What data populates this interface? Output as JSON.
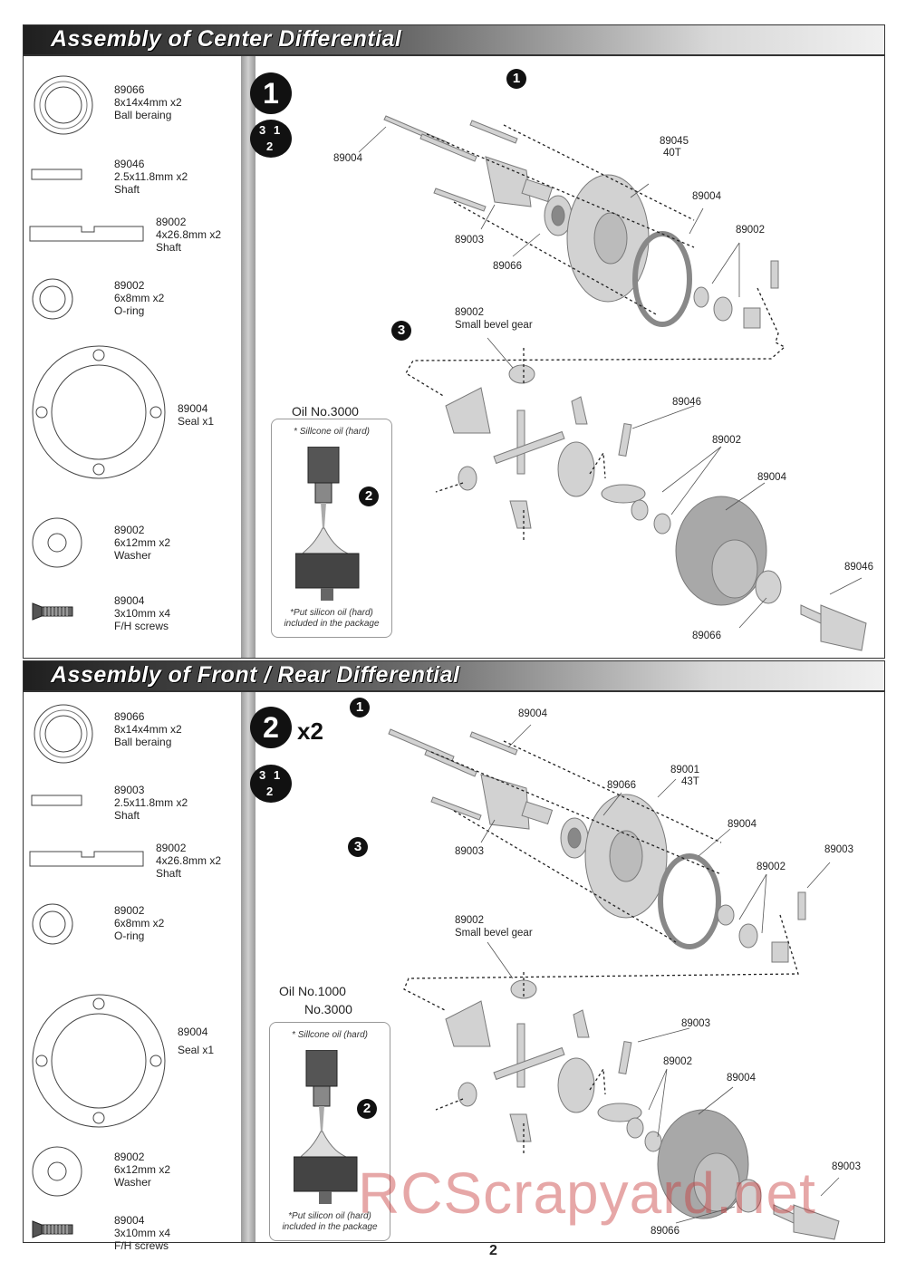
{
  "sections": [
    {
      "title": "Assembly of Center Differential",
      "parts": [
        {
          "code": "89066",
          "size": "8x14x4mm x2",
          "name": "Ball beraing",
          "icon": "bearing-icon"
        },
        {
          "code": "89046",
          "size": "2.5x11.8mm x2",
          "name": "Shaft",
          "icon": "short-shaft-icon"
        },
        {
          "code": "89002",
          "size": "4x26.8mm x2",
          "name": "Shaft",
          "icon": "long-shaft-icon"
        },
        {
          "code": "89002",
          "size": "6x8mm x2",
          "name": "O-ring",
          "icon": "o-ring-icon"
        },
        {
          "code": "89004",
          "size": "",
          "name": "Seal x1",
          "icon": "seal-icon"
        },
        {
          "code": "89002",
          "size": "6x12mm x2",
          "name": "Washer",
          "icon": "washer-icon"
        },
        {
          "code": "89004",
          "size": "3x10mm x4",
          "name": "F/H screws",
          "icon": "screw-icon"
        }
      ],
      "step": "1",
      "order": [
        "3",
        "1",
        "2"
      ],
      "oil": {
        "title": "Oil  No.3000",
        "note_top": "* Sillcone oil (hard)",
        "note_bottom_1": "*Put silicon oil (hard)",
        "note_bottom_2": "included in the package",
        "step": "2"
      },
      "badges": [
        "1",
        "3"
      ],
      "labels": {
        "a": "89004",
        "b": "89045",
        "c": "40T",
        "d": "89004",
        "e": "89002",
        "f": "89003",
        "g": "89066",
        "h": "89002",
        "i": "Small bevel gear",
        "j": "89046",
        "k": "89002",
        "l": "89004",
        "m": "89046",
        "n": "89066"
      }
    },
    {
      "title": "Assembly of Front / Rear Differential",
      "parts": [
        {
          "code": "89066",
          "size": "8x14x4mm x2",
          "name": "Ball beraing",
          "icon": "bearing-icon"
        },
        {
          "code": "89003",
          "size": "2.5x11.8mm x2",
          "name": "Shaft",
          "icon": "short-shaft-icon"
        },
        {
          "code": "89002",
          "size": "4x26.8mm x2",
          "name": "Shaft",
          "icon": "long-shaft-icon"
        },
        {
          "code": "89002",
          "size": "6x8mm x2",
          "name": "O-ring",
          "icon": "o-ring-icon"
        },
        {
          "code": "89004",
          "size": "",
          "name": "Seal x1",
          "icon": "seal-icon"
        },
        {
          "code": "89002",
          "size": "6x12mm x2",
          "name": "Washer",
          "icon": "washer-icon"
        },
        {
          "code": "89004",
          "size": "3x10mm x4",
          "name": "F/H screws",
          "icon": "screw-icon"
        }
      ],
      "step": "2",
      "multiplier": "x2",
      "order": [
        "3",
        "1",
        "2"
      ],
      "oil": {
        "title_1": "Oil  No.1000",
        "title_2": "No.3000",
        "note_top": "* Sillcone oil (hard)",
        "note_bottom_1": "*Put silicon oil (hard)",
        "note_bottom_2": "included in the package",
        "step": "2"
      },
      "badges": [
        "1",
        "3"
      ],
      "labels": {
        "a": "89004",
        "b": "89001",
        "c": "43T",
        "d": "89066",
        "e": "89004",
        "f": "89003",
        "g": "89002",
        "h": "89003",
        "i": "89002",
        "j": "Small bevel gear",
        "k": "89003",
        "l": "89002",
        "m": "89004",
        "n": "89003",
        "o": "89066"
      }
    }
  ],
  "page_number": "2",
  "watermark": "RCScrapyard.net",
  "colors": {
    "part_fill": "#cfcfcf",
    "part_stroke": "#777777",
    "dark_part": "#555555"
  }
}
